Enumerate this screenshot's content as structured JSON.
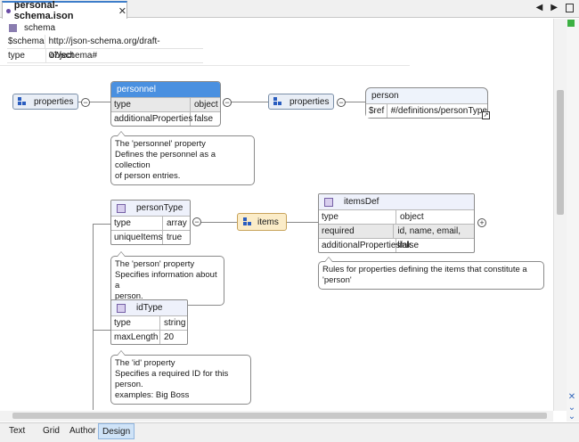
{
  "tab": {
    "title": "personal-schema.json",
    "close": "✕"
  },
  "nav": {
    "left": "◀",
    "right": "▶"
  },
  "schema": {
    "title": "schema",
    "rows": [
      {
        "key": "$schema",
        "value": "http://json-schema.org/draft-07/schema#"
      },
      {
        "key": "type",
        "value": "object"
      }
    ]
  },
  "properties1": {
    "label": "properties"
  },
  "personnel": {
    "title": "personnel",
    "rows": [
      {
        "key": "type",
        "value": "object"
      },
      {
        "key": "additionalProperties",
        "value": "false"
      }
    ],
    "note": [
      "The 'personnel' property",
      "Defines the personnel as a collection",
      "of person entries."
    ]
  },
  "properties2": {
    "label": "properties"
  },
  "person": {
    "title": "person",
    "ref_key": "$ref",
    "ref_value": "#/definitions/personType"
  },
  "personType": {
    "title": "personType",
    "rows": [
      {
        "key": "type",
        "value": "array"
      },
      {
        "key": "uniqueItems",
        "value": "true"
      }
    ],
    "note": [
      "The 'person' property",
      "Specifies information about a",
      "person."
    ]
  },
  "items": {
    "label": "items"
  },
  "itemsDef": {
    "title": "itemsDef",
    "rows": [
      {
        "key": "type",
        "value": "object"
      },
      {
        "key": "required",
        "value": "id, name, email, link"
      },
      {
        "key": "additionalProperties",
        "value": "false"
      }
    ],
    "note": [
      "Rules for properties defining the items that constitute a 'person'"
    ]
  },
  "idType": {
    "title": "idType",
    "rows": [
      {
        "key": "type",
        "value": "string"
      },
      {
        "key": "maxLength",
        "value": "20"
      }
    ],
    "note": [
      "The 'id' property",
      "Specifies a required ID for this person.",
      "examples: Big Boss"
    ]
  },
  "toggles": {
    "collapse": "−",
    "expand": "+"
  },
  "modes": [
    "Text",
    "Grid",
    "Author",
    "Design"
  ],
  "active_mode": "Design",
  "colors": {
    "accent": "#4a90e0",
    "items": "#fbecc8",
    "status_ok": "#3cb043"
  }
}
